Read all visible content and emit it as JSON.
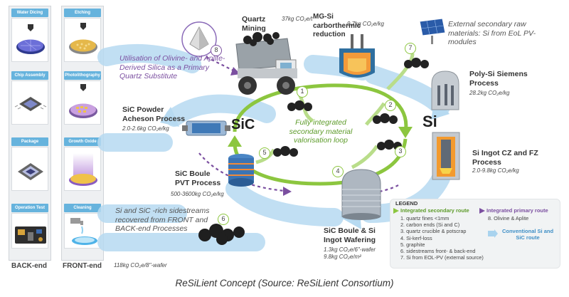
{
  "left_panel": {
    "back_tiles": [
      "Water Dicing",
      "Chip Assembly",
      "Package",
      "Operation Test"
    ],
    "front_tiles": [
      "Etching",
      "Photolithography",
      "Growth Oxide layer",
      "Cleaning"
    ],
    "back_label": "BACK-end",
    "front_label": "FRONT-end"
  },
  "center_label": "Fully integrated secondary material valorisation loop",
  "sic_symbol": "SiC",
  "si_symbol": "Si",
  "badges": [
    "1",
    "2",
    "3",
    "4",
    "5",
    "6",
    "7",
    "8"
  ],
  "processes": {
    "quartz": {
      "title": "Quartz Mining",
      "value": "37kg CO₂e/t"
    },
    "mgsi": {
      "title": "MG-Si carborthermic reduction",
      "value": "9.7kg CO₂e/kg"
    },
    "external": {
      "text": "External secondary raw materials: Si from EoL PV-modules"
    },
    "olivine": {
      "text": "Utilisation of Olivine- and Aplite-Derived Silica as a Primary Quartz Substitute"
    },
    "polysi": {
      "title": "Poly-Si Siemens Process",
      "value": "28.2kg CO₂e/kg"
    },
    "sic_powder": {
      "title": "SiC Powder Acheson Process",
      "value": "2.0-2.6kg CO₂e/kg"
    },
    "si_ingot": {
      "title": "Si Ingot CZ and FZ Process",
      "value": "2.0-9.8kg CO₂e/kg"
    },
    "sic_boule": {
      "title": "SiC Boule PVT Process",
      "value": "500-3600kg CO₂e/kg"
    },
    "sidestreams": {
      "text": "Si and SiC -rich sidestreams recovered from FRONT and BACK-end Processes"
    },
    "wafering": {
      "title": "SiC Boule & Si Ingot Wafering",
      "value1": "1.3kg CO₂e/6\"-wafer",
      "value2": "9.8kg CO₂e/m²"
    },
    "bottom_value": "118kg CO₂e/8\"-wafer"
  },
  "legend": {
    "title": "LEGEND",
    "secondary_route": "Integrated secondary route",
    "primary_route": "Integrated primary route",
    "conventional_route": "Conventional Si and SiC route",
    "items_left": [
      "1. quartz fines <1mm",
      "2. carbon ends (Si and C)",
      "3. quartz crucible & potscrap",
      "4. Si-kerf-loss",
      "5. graphite",
      "6. sidestreams front- & back-end",
      "7. Si from EOL-PV (external source)"
    ],
    "items_right": [
      "8. Olivine & Aplite"
    ]
  },
  "caption": "ReSiLient Concept (Source: ReSiLient Consortium)",
  "colors": {
    "green_route": "#8cc63f",
    "purple_route": "#7b4fa0",
    "blue_route": "#a9d3ee",
    "tile_header": "#66b3dd"
  }
}
